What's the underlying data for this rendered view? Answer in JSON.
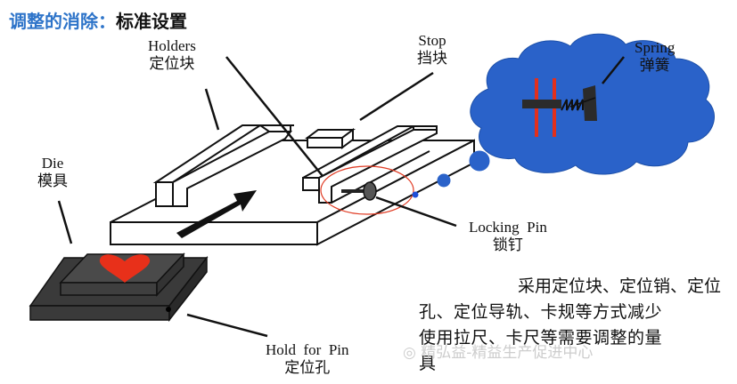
{
  "title": {
    "prefix": "调整的消除：",
    "main": "标准设置"
  },
  "labels": {
    "holders": {
      "en": "Holders",
      "zh": "定位块"
    },
    "stop": {
      "en": "Stop",
      "zh": "挡块"
    },
    "spring": {
      "en": "Spring",
      "zh": "弹簧"
    },
    "die": {
      "en": "Die",
      "zh": "模具"
    },
    "locking_pin": {
      "en": "Locking  Pin",
      "zh": "锁钉"
    },
    "hold_for_pin": {
      "en": "Hold  for  Pin",
      "zh": "定位孔"
    }
  },
  "description": {
    "line1": "采用定位块、定位销、定位",
    "line2": "孔、定位导轨、卡规等方式减少",
    "line3": "使用拉尺、卡尺等需要调整的量",
    "line4": "具"
  },
  "watermark": "精弘益-精益生产促进中心",
  "colors": {
    "title_blue": "#2e74c9",
    "cloud_blue": "#2a62c9",
    "heart_red": "#e8301a",
    "die_dark": "#3a3a3a",
    "spring_red": "#e2301c"
  }
}
